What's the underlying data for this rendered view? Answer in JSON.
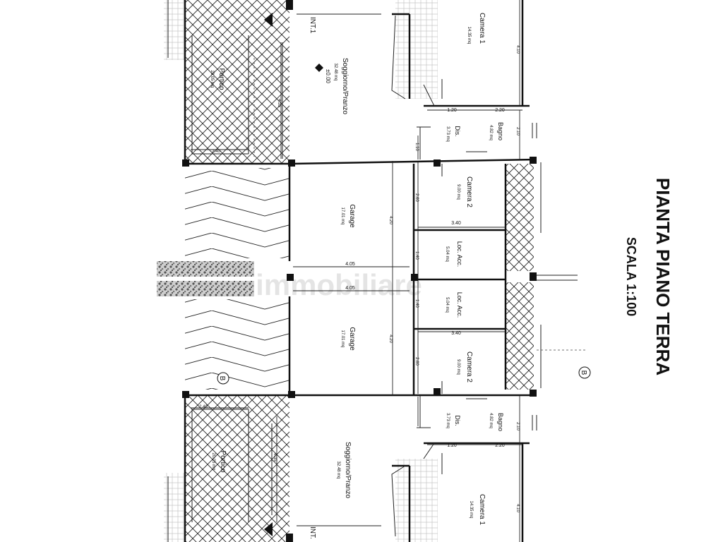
{
  "title": "PIANTA PIANO TERRA",
  "scale": "SCALA 1:100",
  "watermark": "immobiliare",
  "section_marker": "B",
  "entrance_top": "INT.1",
  "entrance_bottom": "INT.",
  "level_mark": "±0.00",
  "rooms": {
    "porch_top": {
      "name": "Portico",
      "area": "20.05 mq"
    },
    "living_top": {
      "name": "Soggiorno/Pranzo",
      "area": "32.48 mq"
    },
    "bed1_top": {
      "name": "Camera 1",
      "area": "14.35 mq"
    },
    "hall_top": {
      "name": "Dis.",
      "area": "3.73 mq"
    },
    "bath_top": {
      "name": "Bagno",
      "area": "4.82 mq"
    },
    "bed2_top": {
      "name": "Camera 2",
      "area": "9.00 mq"
    },
    "garage_top": {
      "name": "Garage",
      "area": "17.01 mq"
    },
    "tech_top": {
      "name": "Loc. Acc.",
      "area": "5.04 mq"
    },
    "tech_bottom": {
      "name": "Loc. Acc.",
      "area": "5.04 mq"
    },
    "garage_bottom": {
      "name": "Garage",
      "area": "17.01 mq"
    },
    "bed2_bottom": {
      "name": "Camera 2",
      "area": "9.00 mq"
    },
    "hall_bottom": {
      "name": "Dis.",
      "area": "3.73 mq"
    },
    "bath_bottom": {
      "name": "Bagno",
      "area": "4.82 mq"
    },
    "living_bottom": {
      "name": "Soggiorno/Pranzo",
      "area": "32.48 mq"
    },
    "porch_bottom": {
      "name": "Portico",
      "area": "20.05 mq"
    },
    "bed1_bottom": {
      "name": "Camera 1",
      "area": "14.35 mq"
    }
  },
  "dimensions": {
    "porch_h": "4.35",
    "porch_w": "2.40",
    "bed1_h": "4.10",
    "hall_w": "1.20",
    "bath_w": "2.20",
    "bath_h": "2.10",
    "hall_h": "1.10",
    "bed2_h": "2.60",
    "bed2_w": "3.40",
    "tech_h": "1.40",
    "garage_h": "4.20",
    "garage_w": "4.05",
    "garage_w2": "4.05"
  }
}
